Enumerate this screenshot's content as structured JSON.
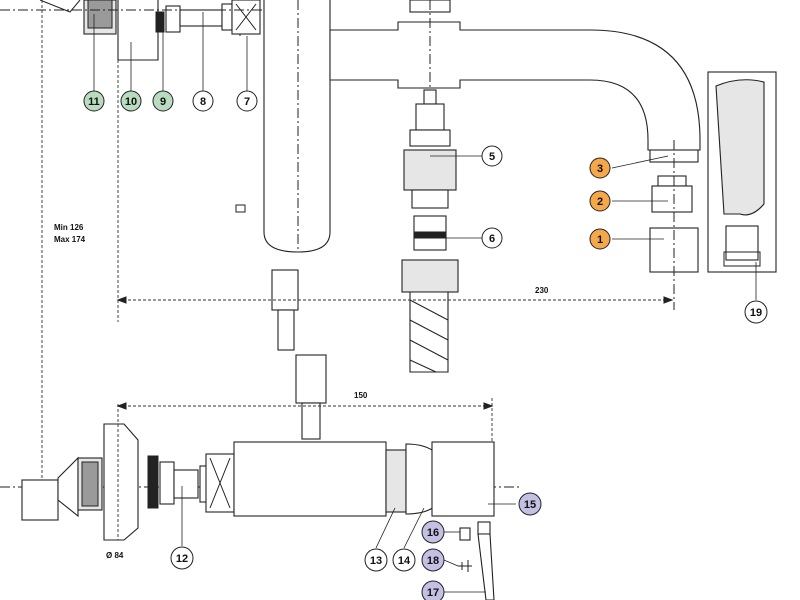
{
  "dimensions": {
    "min_label": "Min 126",
    "max_label": "Max 174",
    "width_230": "230",
    "width_150": "150",
    "diameter": "Ø 84"
  },
  "callouts": [
    {
      "id": "11",
      "label": "11",
      "style": "green"
    },
    {
      "id": "10",
      "label": "10",
      "style": "green"
    },
    {
      "id": "9",
      "label": "9",
      "style": "green"
    },
    {
      "id": "8",
      "label": "8",
      "style": "white"
    },
    {
      "id": "7",
      "label": "7",
      "style": "white"
    },
    {
      "id": "5",
      "label": "5",
      "style": "white"
    },
    {
      "id": "6",
      "label": "6",
      "style": "white"
    },
    {
      "id": "3",
      "label": "3",
      "style": "orange"
    },
    {
      "id": "2",
      "label": "2",
      "style": "orange"
    },
    {
      "id": "1",
      "label": "1",
      "style": "orange"
    },
    {
      "id": "19",
      "label": "19",
      "style": "white"
    },
    {
      "id": "12",
      "label": "12",
      "style": "white"
    },
    {
      "id": "13",
      "label": "13",
      "style": "white"
    },
    {
      "id": "14",
      "label": "14",
      "style": "white"
    },
    {
      "id": "15",
      "label": "15",
      "style": "purple"
    },
    {
      "id": "16",
      "label": "16",
      "style": "purple"
    },
    {
      "id": "18",
      "label": "18",
      "style": "purple"
    },
    {
      "id": "17",
      "label": "17",
      "style": "purple"
    }
  ],
  "colors": {
    "green": "#b9dcc0",
    "orange": "#f5a84a",
    "purple": "#c3c0e3",
    "white": "#ffffff",
    "line": "#222222"
  }
}
